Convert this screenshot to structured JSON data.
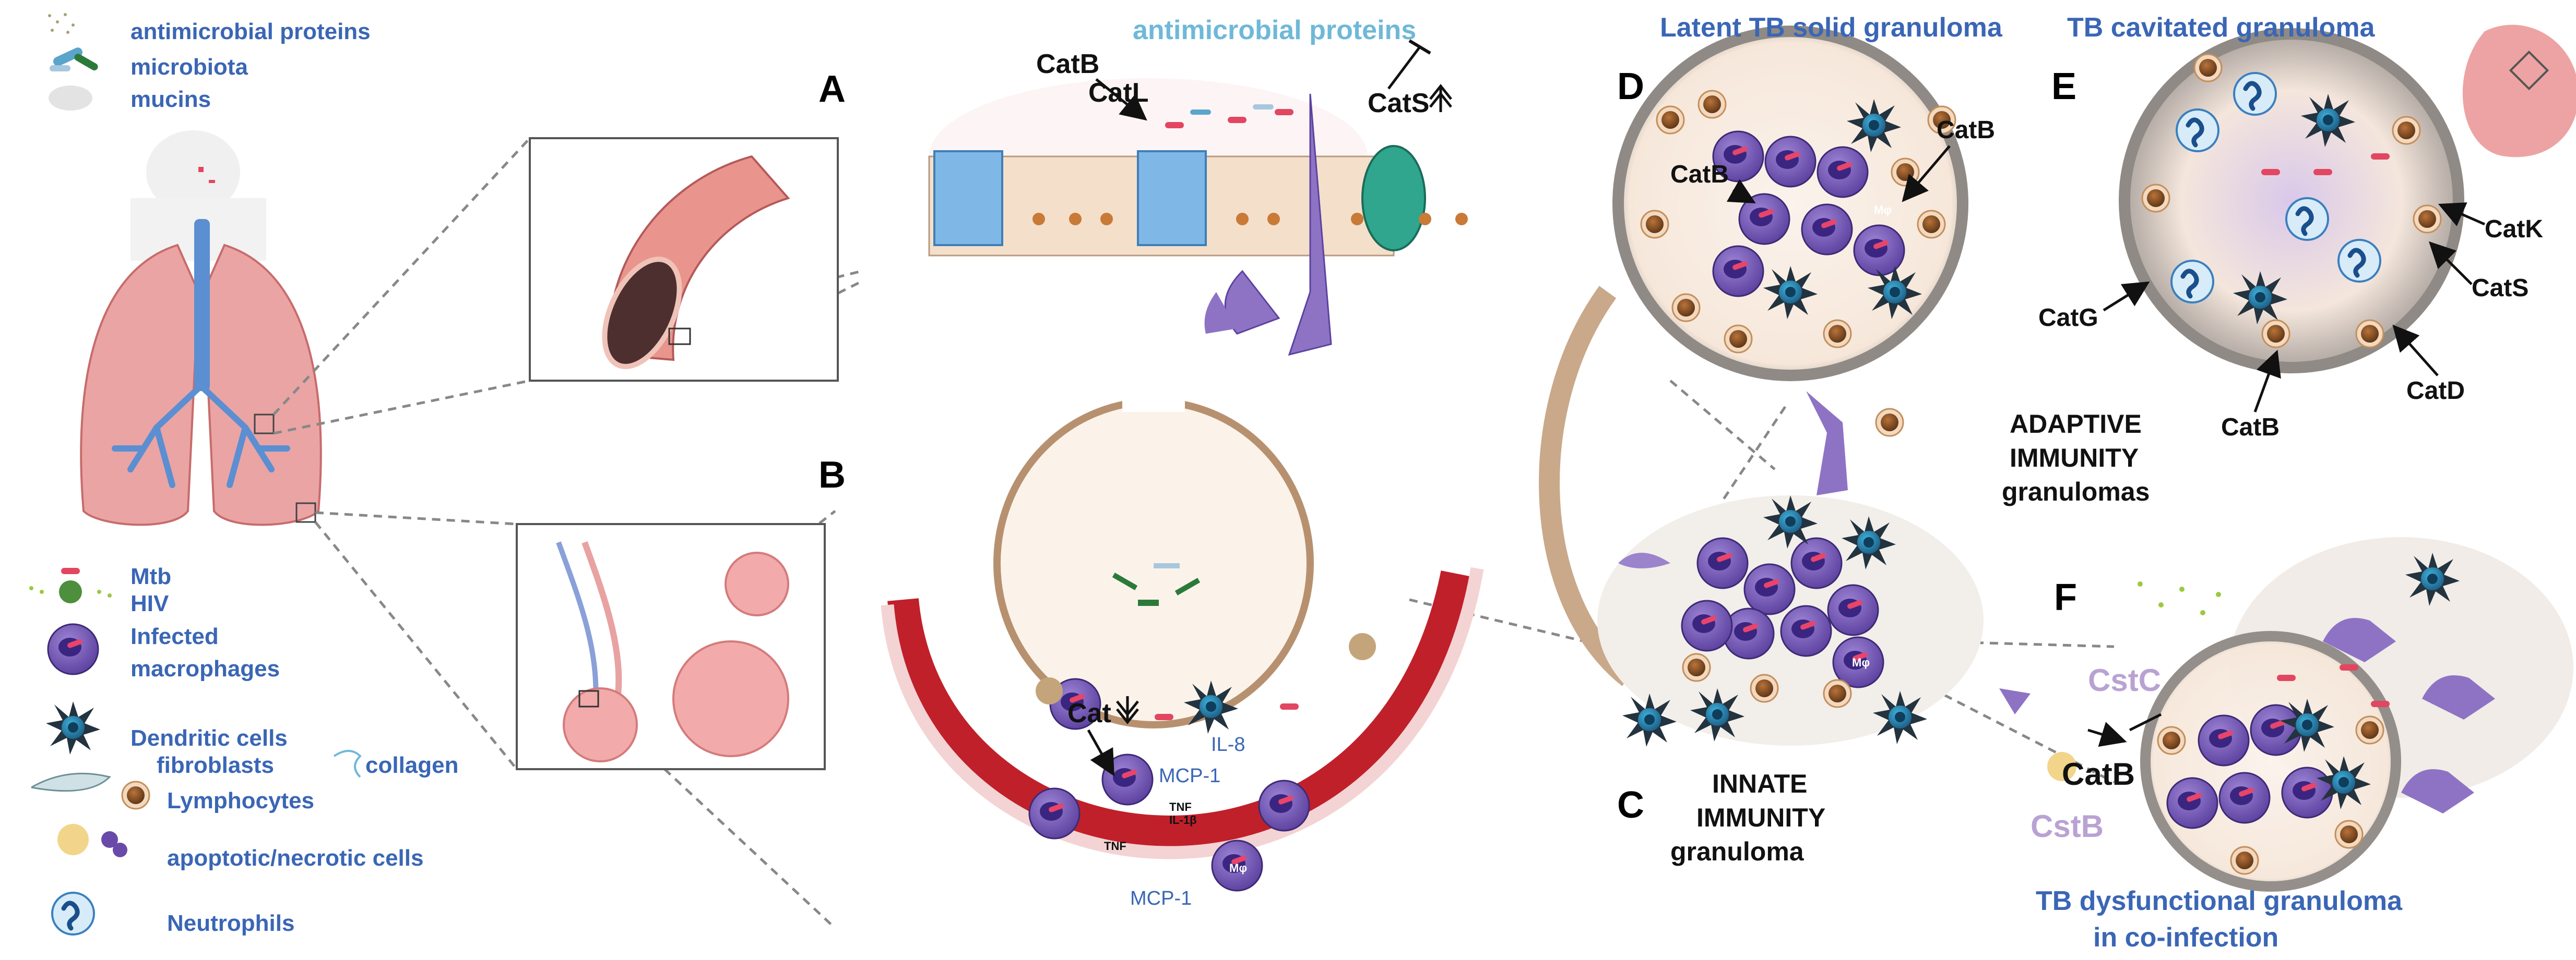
{
  "legend_top": {
    "antimicrobial_proteins": "antimicrobial proteins",
    "microbiota": "microbiota",
    "mucins": "mucins"
  },
  "legend_bottom": {
    "mtb": "Mtb",
    "hiv": "HIV",
    "infected_1": "Infected",
    "infected_2": "macrophages",
    "dendritic": "Dendritic cells",
    "fibroblasts": "fibroblasts",
    "collagen": "collagen",
    "lymphocytes": "Lymphocytes",
    "apoptotic": "apoptotic/necrotic cells",
    "neutrophils": "Neutrophils"
  },
  "panels": {
    "a": "A",
    "b": "B",
    "c": "C",
    "d": "D",
    "e": "E",
    "f": "F"
  },
  "panel_a": {
    "antimicrobial_proteins": "antimicrobial proteins",
    "catb": "CatB",
    "catl": "CatL",
    "cats": "CatS"
  },
  "panel_b": {
    "cat": "Cat",
    "il8": "IL-8",
    "mcp1_a": "MCP-1",
    "mcp1_b": "MCP-1",
    "tnf_a": "TNF",
    "il1b": "IL-1β",
    "tnf_b": "TNF",
    "mphi": "Mφ"
  },
  "panel_c": {
    "line1": "INNATE",
    "line2": "IMMUNITY",
    "line3": "granuloma",
    "mphi": "Mφ"
  },
  "panel_d": {
    "title": "Latent TB solid granuloma",
    "catb_left": "CatB",
    "catb_right": "CatB",
    "mphi": "Mφ"
  },
  "panel_e": {
    "title": "TB cavitated granuloma",
    "catk": "CatK",
    "cats": "CatS",
    "catg": "CatG",
    "catb": "CatB",
    "catd": "CatD",
    "adaptive_1": "ADAPTIVE",
    "adaptive_2": "IMMUNITY",
    "adaptive_3": "granulomas"
  },
  "panel_f": {
    "cstc": "CstC",
    "catb": "CatB",
    "cstb": "CstB",
    "title_1": "TB dysfunctional granuloma",
    "title_2": "in  co-infection"
  },
  "colors": {
    "label_blue": "#3a66b5",
    "light_blue": "#6fb8d8",
    "lilac": "#b9a2d3",
    "macrophage": "#7a5cb8",
    "lung": "#e8a4a4",
    "airway": "#5b8fd1",
    "vessel": "#c0202a"
  }
}
